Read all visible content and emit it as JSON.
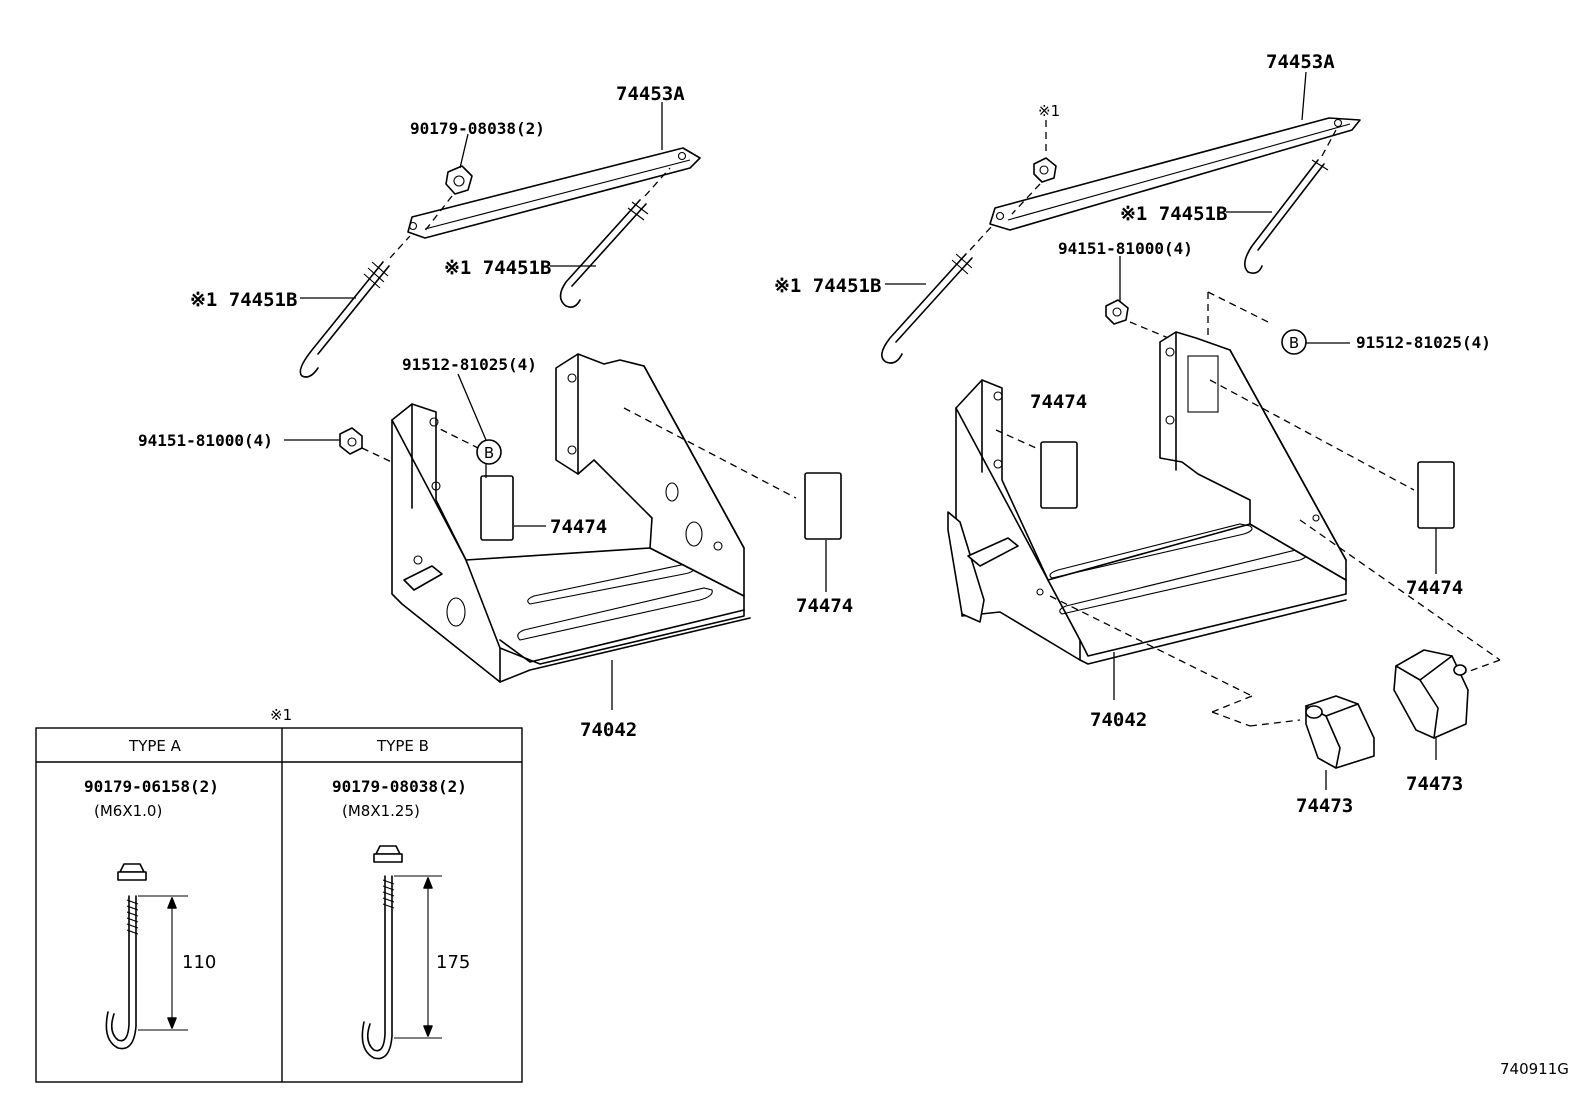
{
  "parts": {
    "rod_left": "74453A",
    "rod_right": "74453A",
    "nut_top_left": "90179-08038(2)",
    "bolt_left_a": "※1 74451B",
    "bolt_left_b": "※1 74451B",
    "bolt_right_a": "※1 74451B",
    "bolt_right_b": "※1 74451B",
    "note_right_nut": "※1",
    "nut_side_left": "94151-81000(4)",
    "nut_side_right": "94151-81000(4)",
    "clip_left": "91512-81025(4)",
    "clip_right": "91512-81025(4)",
    "callout_b": "B",
    "pad_left_inner": "74474",
    "pad_left_outer": "74474",
    "pad_right_inner": "74474",
    "pad_right_outer": "74474",
    "tray_left": "74042",
    "tray_right": "74042",
    "stopper_a": "74473",
    "stopper_b": "74473"
  },
  "legend": {
    "note": "※1",
    "type_a": {
      "header": "TYPE A",
      "part": "90179-06158(2)",
      "thread": "(M6X1.0)",
      "length": "110"
    },
    "type_b": {
      "header": "TYPE B",
      "part": "90179-08038(2)",
      "thread": "(M8X1.25)",
      "length": "175"
    }
  },
  "diagram_ref": "740911G"
}
